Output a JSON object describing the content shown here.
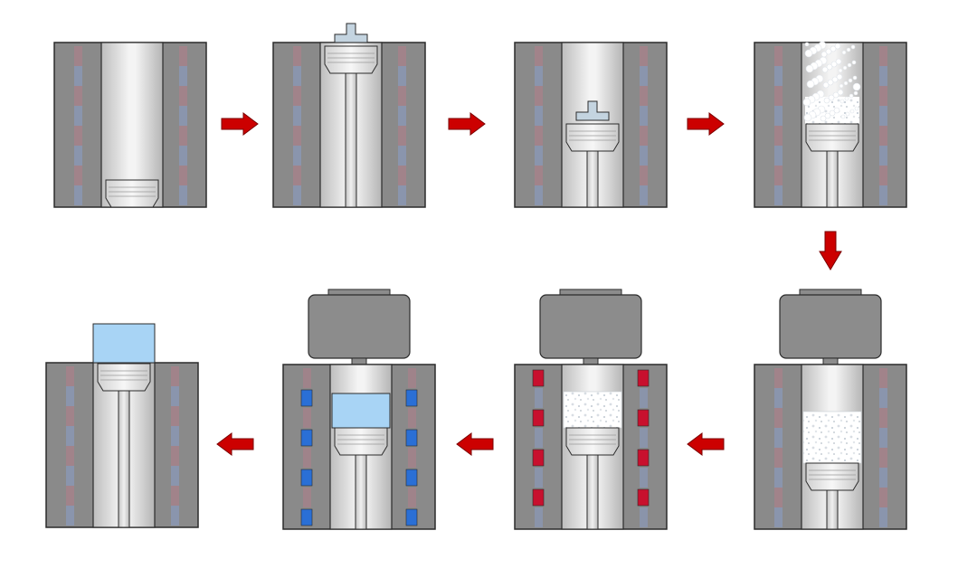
{
  "diagram": {
    "colors": {
      "die_wall": "#8a8a8a",
      "outline": "#2b2b2b",
      "bore_light": "#f2f2f2",
      "bore_dark": "#bdbdbd",
      "heater_faded_red": "#a8808a",
      "heater_faded_blue": "#8a98b8",
      "heater_on_red": "#c8102e",
      "heater_on_blue": "#2a6fd6",
      "powder": "#ffffff",
      "sintered_part": "#a8d4f5",
      "upper_punch": "#8c8c8c",
      "tool_insert": "#c4d4e0",
      "arrow": "#cc0000",
      "arrow_edge": "#7a0000"
    },
    "steps": [
      {
        "id": "empty-die",
        "punch": "low",
        "insert": false,
        "powder": "none",
        "upper_punch": false,
        "heaters": "idle",
        "part": false,
        "die": "full"
      },
      {
        "id": "insert-placed",
        "punch": "top",
        "insert": true,
        "powder": "none",
        "upper_punch": false,
        "heaters": "idle",
        "part": false,
        "die": "full"
      },
      {
        "id": "punch-lowered",
        "punch": "mid",
        "insert": true,
        "powder": "none",
        "upper_punch": false,
        "heaters": "idle",
        "part": false,
        "die": "full"
      },
      {
        "id": "powder-filled",
        "punch": "mid",
        "insert": false,
        "powder": "loose",
        "upper_punch": false,
        "heaters": "idle",
        "part": false,
        "die": "full"
      },
      {
        "id": "pressing",
        "punch": "low2",
        "insert": false,
        "powder": "compact",
        "upper_punch": true,
        "heaters": "idle",
        "part": false,
        "die": "short"
      },
      {
        "id": "heating",
        "punch": "low3",
        "insert": false,
        "powder": "compact2",
        "upper_punch": true,
        "heaters": "on",
        "part": false,
        "die": "short"
      },
      {
        "id": "cooling",
        "punch": "low3",
        "insert": false,
        "powder": "none",
        "upper_punch": true,
        "heaters": "cooling",
        "part": true,
        "die": "short"
      },
      {
        "id": "ejection",
        "punch": "top",
        "insert": false,
        "powder": "none",
        "upper_punch": false,
        "heaters": "idle",
        "part": true,
        "die": "short"
      }
    ],
    "arrows": [
      {
        "from": "empty-die",
        "to": "insert-placed",
        "direction": "right"
      },
      {
        "from": "insert-placed",
        "to": "punch-lowered",
        "direction": "right"
      },
      {
        "from": "punch-lowered",
        "to": "powder-filled",
        "direction": "right"
      },
      {
        "from": "powder-filled",
        "to": "pressing",
        "direction": "down"
      },
      {
        "from": "pressing",
        "to": "heating",
        "direction": "left"
      },
      {
        "from": "heating",
        "to": "cooling",
        "direction": "left"
      },
      {
        "from": "cooling",
        "to": "ejection",
        "direction": "left"
      }
    ]
  }
}
